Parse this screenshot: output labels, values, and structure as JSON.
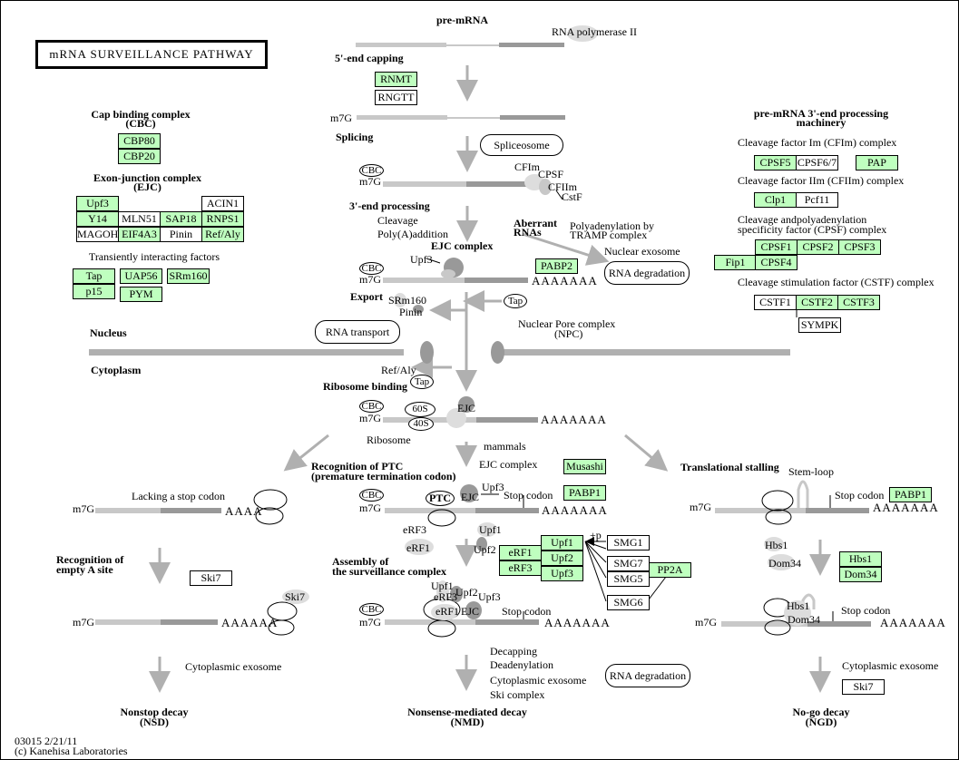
{
  "title": "mRNA SURVEILLANCE PATHWAY",
  "footer": {
    "id_date": "03015 2/21/11",
    "copyright": "(c) Kanehisa Laboratories"
  },
  "compartments": {
    "nucleus": "Nucleus",
    "cytoplasm": "Cytoplasm"
  },
  "colors": {
    "gene_found": "#bfffbf",
    "rna_light": "#c8c8c8",
    "rna_dark": "#999999",
    "arrow": "#b0b0b0"
  },
  "left_panel": {
    "cbc_title": "Cap binding complex",
    "cbc_sub": "(CBC)",
    "cbc_genes": [
      {
        "label": "CBP80",
        "found": true
      },
      {
        "label": "CBP20",
        "found": true
      }
    ],
    "ejc_title": "Exon-junction complex",
    "ejc_sub": "(EJC)",
    "ejc_genes": {
      "upf3": "Upf3",
      "acin1": "ACIN1",
      "y14": "Y14",
      "mln51": "MLN51",
      "sap18": "SAP18",
      "rnps1": "RNPS1",
      "magoh": "MAGOH",
      "eif4a3": "EIF4A3",
      "pinin": "Pinin",
      "refaly": "Ref/Aly"
    },
    "transient_title": "Transiently interacting factors",
    "transient_genes": {
      "tap": "Tap",
      "p15": "p15",
      "uap56": "UAP56",
      "srm160": "SRm160",
      "pym": "PYM"
    }
  },
  "right_panel": {
    "title": "pre-mRNA 3'-end processing",
    "title2": "machinery",
    "cfim_label": "Cleavage factor Im (CFIm) complex",
    "cfim_genes": {
      "cpsf5": "CPSF5",
      "cpsf67": "CPSF6/7",
      "pap": "PAP"
    },
    "cfiim_label": "Cleavage factor IIm (CFIIm) complex",
    "cfiim_genes": {
      "clp1": "Clp1",
      "pcf11": "Pcf11"
    },
    "cpsf_label": "Cleavage andpolyadenylation",
    "cpsf_label2": "specificity factor (CPSF) complex",
    "cpsf_genes": {
      "cpsf1": "CPSF1",
      "cpsf2": "CPSF2",
      "cpsf3": "CPSF3",
      "fip1": "Fip1",
      "cpsf4": "CPSF4"
    },
    "cstf_label": "Cleavage stimulation factor (CSTF) complex",
    "cstf_genes": {
      "cstf1": "CSTF1",
      "cstf2": "CSTF2",
      "cstf3": "CSTF3",
      "sympk": "SYMPK"
    }
  },
  "center": {
    "premrna": "pre-mRNA",
    "rnapol": "RNA polymerase II",
    "capping": "5'-end capping",
    "rnmt": "RNMT",
    "rngtt": "RNGTT",
    "m7g": "m7G",
    "splicing": "Splicing",
    "spliceosome": "Spliceosome",
    "cbc": "CBC",
    "cfim": "CFIm",
    "cpsf": "CPSF",
    "cfiim": "CFIIm",
    "cstf": "CstF",
    "end3": "3'-end processing",
    "cleavage": "Cleavage",
    "polya": "Poly(A)addition",
    "ejc_complex": "EJC complex",
    "upf3": "Upf3",
    "pabp2": "PABP2",
    "polya_tail": "AAAAAAA",
    "aberrant1": "Aberrant",
    "aberrant2": "RNAs",
    "tramp1": "Polyadenylation by",
    "tramp2": "TRAMP complex",
    "nuc_exosome": "Nuclear exosome",
    "rna_degradation": "RNA degradation",
    "export": "Export",
    "srm160": "SRm160",
    "pinin": "Pinin",
    "tap": "Tap",
    "rna_transport": "RNA transport",
    "npc1": "Nuclear Pore complex",
    "npc2": "(NPC)",
    "refaly": "Ref/Aly",
    "ribosome_binding": "Ribosome binding",
    "s60": "60S",
    "s40": "40S",
    "ejc": "EJC",
    "ribosome": "Ribosome",
    "mammals": "mammals",
    "ejc_complex2": "EJC complex",
    "musashi": "Musashi"
  },
  "nmd": {
    "recog1": "Recognition of PTC",
    "recog2": "(premature termination codon)",
    "ptc": "PTC",
    "ejc": "EJC",
    "upf3": "Upf3",
    "stop_codon": "Stop codon",
    "pabp1": "PABP1",
    "erf3": "eRF3",
    "erf1": "eRF1",
    "upf1": "Upf1",
    "upf2": "Upf2",
    "assembly1": "Assembly of",
    "assembly2": "the surveillance complex",
    "genes": {
      "erf1": "eRF1",
      "erf3": "eRF3",
      "upf1": "Upf1",
      "upf2": "Upf2",
      "upf3": "Upf3",
      "smg1": "SMG1",
      "smg7": "SMG7",
      "smg5": "SMG5",
      "smg6": "SMG6",
      "pp2a": "PP2A",
      "plus_p": "+p"
    },
    "decapping": "Decapping",
    "deadenylation": "Deadenylation",
    "cyto_exosome": "Cytoplasmic exosome",
    "ski_complex": "Ski complex",
    "rna_degradation": "RNA degradation",
    "outcome1": "Nonsense-mediated decay",
    "outcome2": "(NMD)"
  },
  "nsd": {
    "lacking": "Lacking a stop codon",
    "tail_short": "AAAA",
    "tail": "AAAAAA",
    "recog1": "Recognition of",
    "recog2": "empty A site",
    "ski7": "Ski7",
    "cyto_exosome": "Cytoplasmic exosome",
    "outcome1": "Nonstop decay",
    "outcome2": "(NSD)"
  },
  "ngd": {
    "stalling": "Translational stalling",
    "stemloop": "Stem-loop",
    "stop_codon": "Stop codon",
    "pabp1": "PABP1",
    "hbs1": "Hbs1",
    "dom34": "Dom34",
    "cyto_exosome": "Cytoplasmic exosome",
    "ski7": "Ski7",
    "outcome1": "No-go decay",
    "outcome2": "(NGD)"
  }
}
